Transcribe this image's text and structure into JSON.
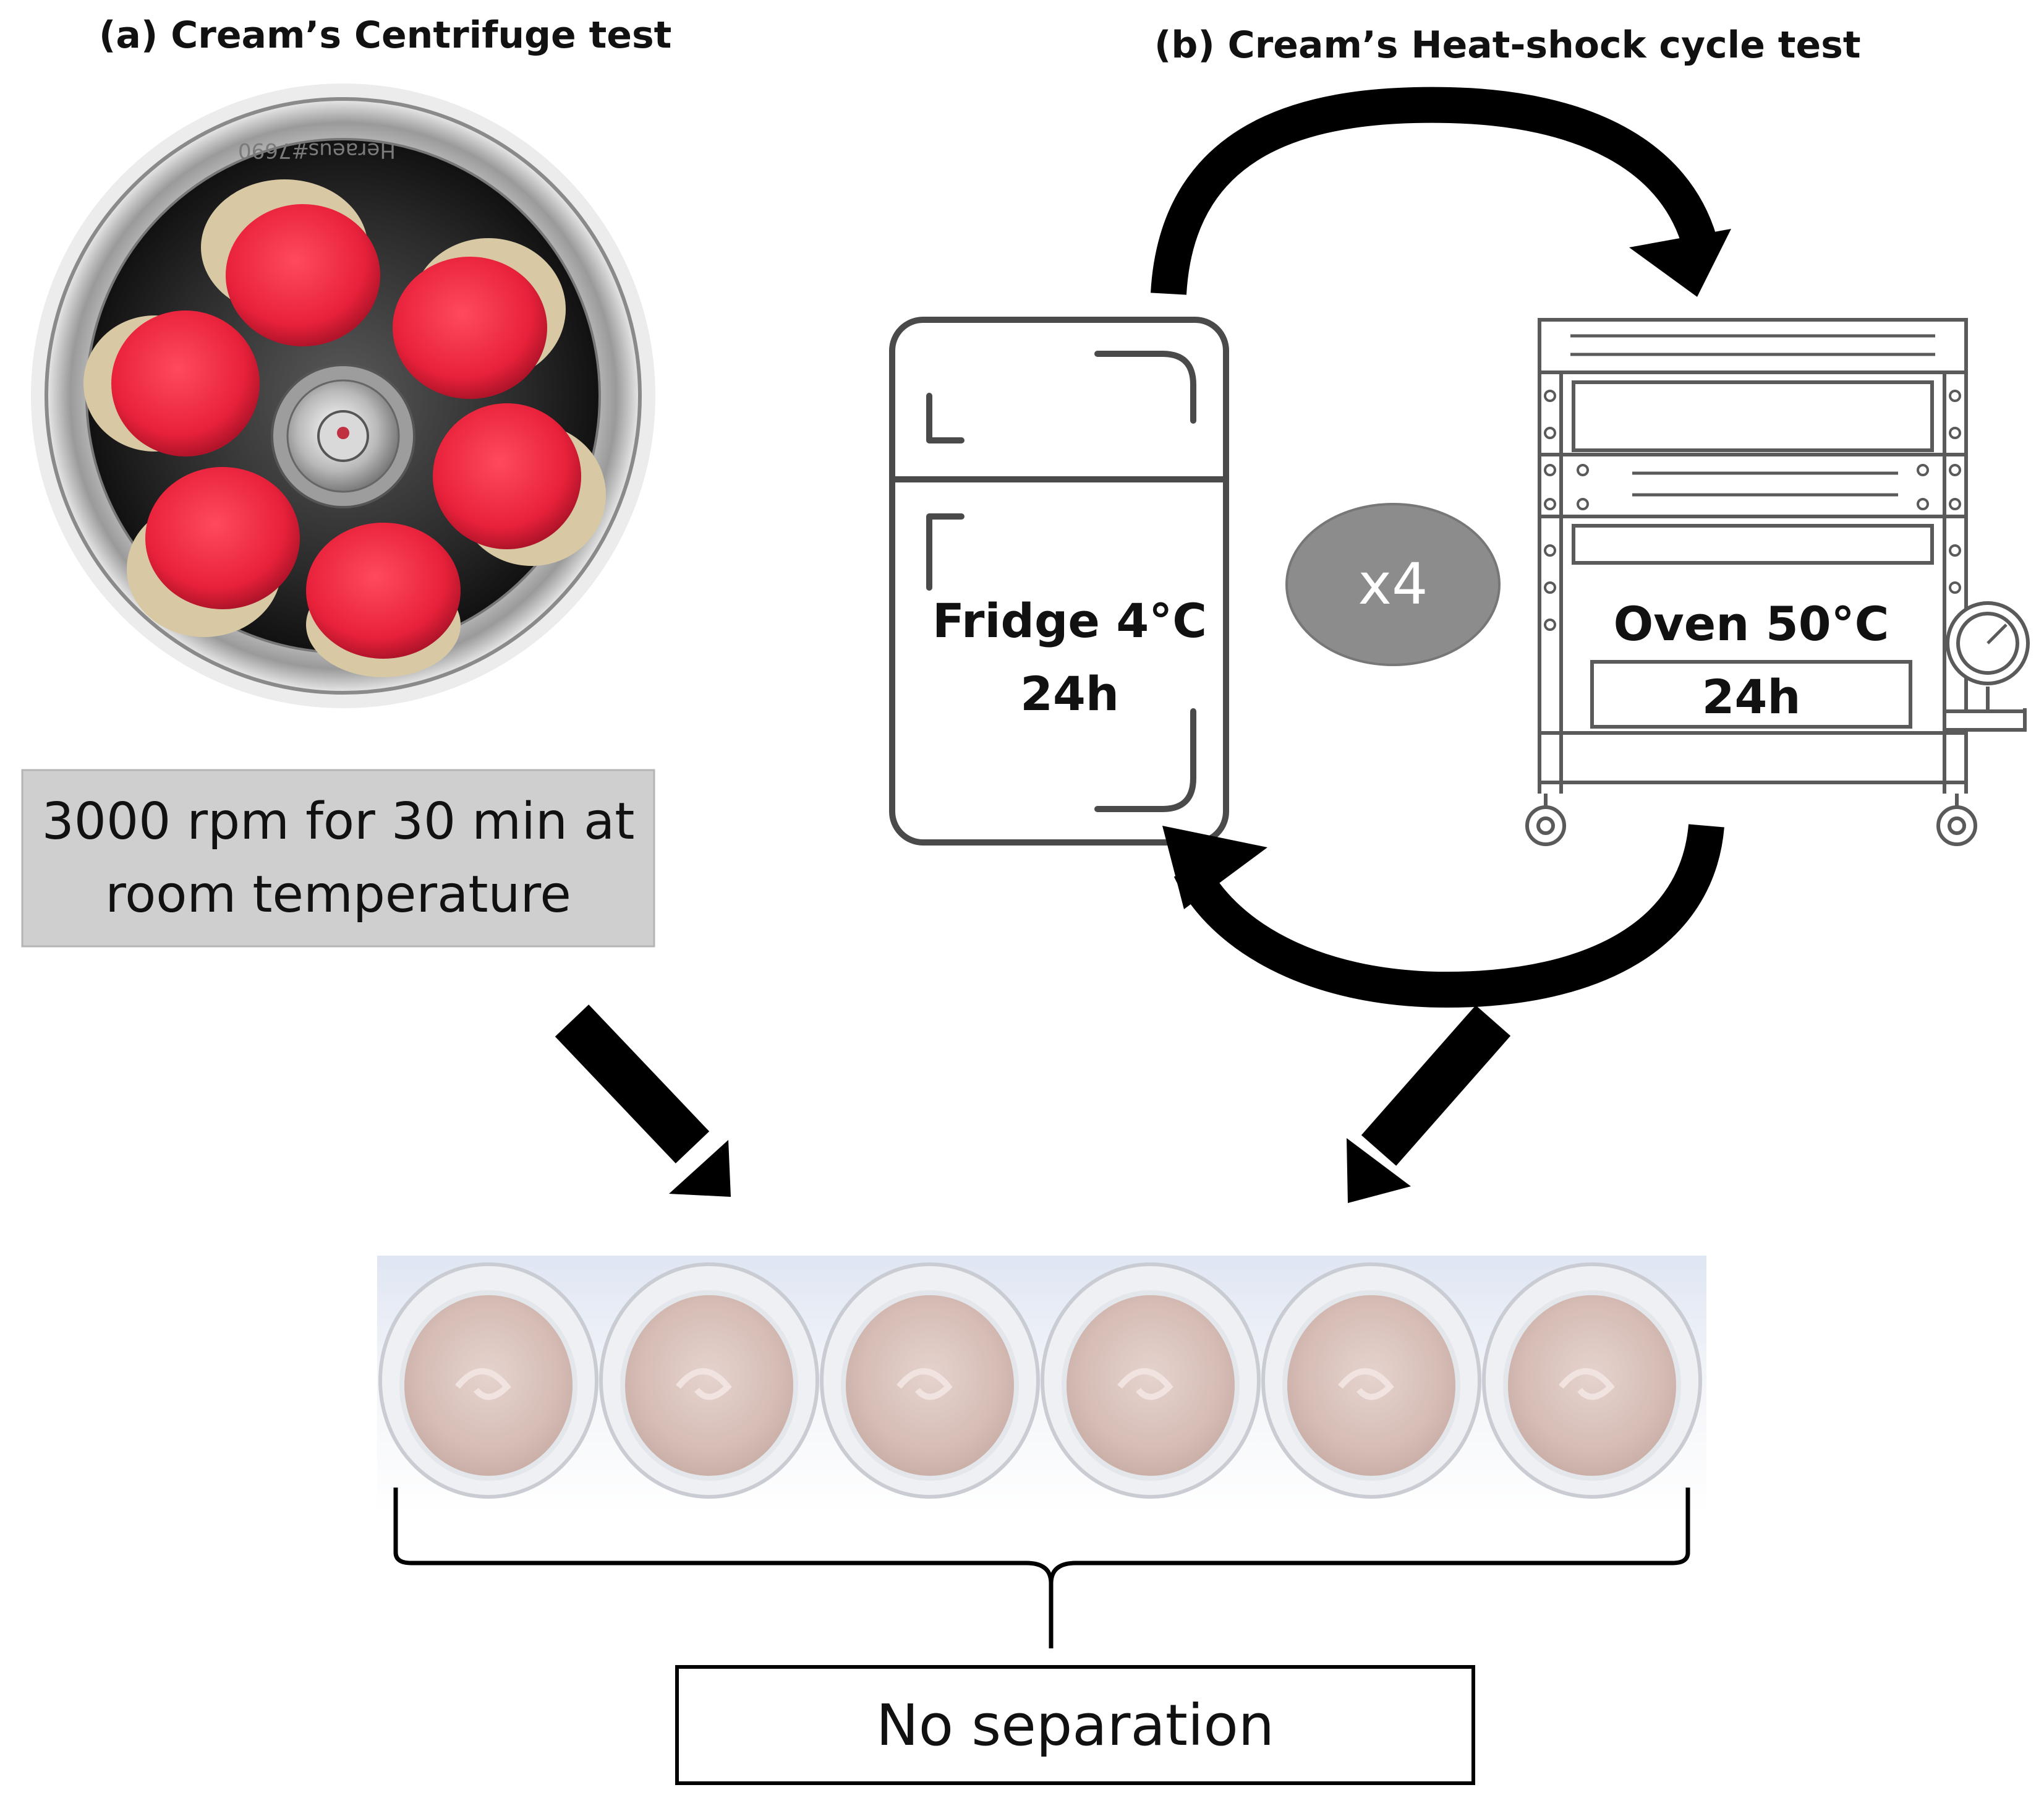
{
  "panel_a": {
    "title": "(a) Cream’s Centrifuge test",
    "condition_line1": "3000 rpm for 30 min at",
    "condition_line2": "room temperature",
    "rotor_engraving": [
      "Heraeus",
      "#7690"
    ]
  },
  "panel_b": {
    "title": "(b) Cream’s Heat-shock cycle test",
    "fridge_line1": "Fridge 4°C",
    "fridge_line2": "24h",
    "oven_line1": "Oven 50°C",
    "oven_line2": "24h",
    "cycles": "x4"
  },
  "result": {
    "label": "No separation",
    "sample_count": 6
  },
  "colors": {
    "cap_red": "#e8213a",
    "condition_box": "#cfcfcf",
    "cycle_ellipse": "#8c8c8c",
    "cream": "#d9c3bd",
    "arrow": "#000000"
  }
}
